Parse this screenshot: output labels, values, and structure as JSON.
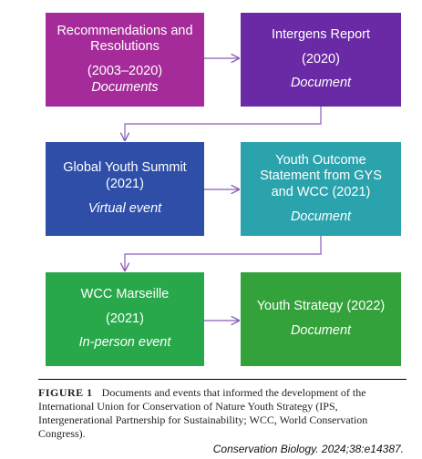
{
  "colors": {
    "box1": "#a62b9a",
    "box2": "#6a2aa6",
    "box3": "#2e4ea8",
    "box4": "#2ba3ad",
    "box5": "#28a84a",
    "box6": "#33a23a",
    "arrow": "#8a5bb8"
  },
  "boxes": [
    {
      "line1": "Recommendations and",
      "line2": "Resolutions",
      "line3": "(2003–2020)",
      "line4": "Documents"
    },
    {
      "line1": "Intergens Report",
      "line2": "(2020)",
      "line3": "Document"
    },
    {
      "line1": "Global Youth Summit",
      "line2": "(2021)",
      "line3": "Virtual event"
    },
    {
      "line1": "Youth Outcome",
      "line2": "Statement from GYS",
      "line3": "and WCC (2021)",
      "line4": "Document"
    },
    {
      "line1": "WCC Marseille",
      "line2": "(2021)",
      "line3": "In-person event"
    },
    {
      "line1": "Youth Strategy (2022)",
      "line2": "Document"
    }
  ],
  "caption": {
    "label": "FIGURE 1",
    "text": "Documents and events that informed the development of the International Union for Conservation of Nature Youth Strategy (IPS, Intergenerational Partnership for Sustainability; WCC, World Conservation Congress)."
  },
  "citation": "Conservation Biology. 2024;38:e14387."
}
